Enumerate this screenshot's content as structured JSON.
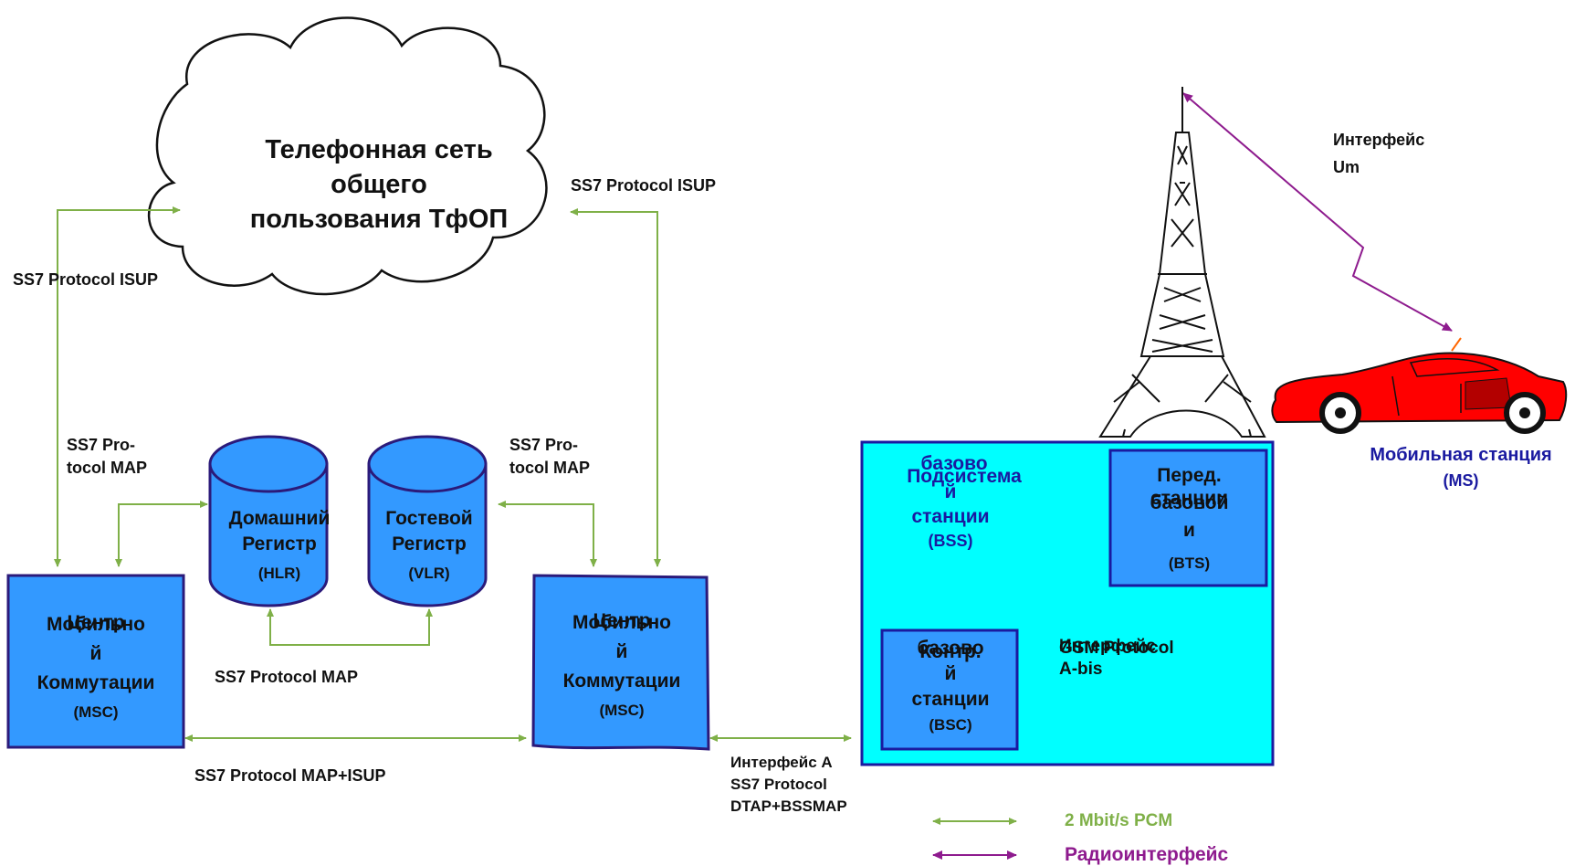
{
  "pstn": {
    "line1": "Телефонная сеть",
    "line2": "общего",
    "line3": "пользования ТфОП"
  },
  "links": {
    "isup_left": "SS7 Protocol ISUP",
    "isup_right": "SS7 Protocol ISUP",
    "map_left_1": "SS7 Pro-",
    "map_left_2": "tocol MAP",
    "map_right_1": "SS7 Pro-",
    "map_right_2": "tocol MAP",
    "map_bottom": "SS7 Protocol MAP",
    "map_isup": "SS7 Protocol MAP+ISUP",
    "iface_a_1": "Интерфейс A",
    "iface_a_2": "SS7 Protocol",
    "iface_a_3": "DTAP+BSSMAP",
    "abis_1": "Интерфейс",
    "abis_overlap": "GSM Protocol",
    "abis_2": "A-bis",
    "um_1": "Интерфейс",
    "um_2": "Um"
  },
  "msc_left": {
    "line1a": "Мобильно",
    "line1b": "Центр",
    "line2": "й",
    "line3": "Коммутации",
    "abbr": "(MSC)"
  },
  "msc_right": {
    "line1a": "Мобильно",
    "line1b": "Центр",
    "line2": "й",
    "line3": "Коммутации",
    "abbr": "(MSC)"
  },
  "hlr": {
    "line1": "Домашний",
    "line2": "Регистр",
    "abbr": "(HLR)"
  },
  "vlr": {
    "line1": "Гостевой",
    "line2": "Регистр",
    "abbr": "(VLR)"
  },
  "bss": {
    "overlap": "базово",
    "line1": "Подсистема",
    "line2": "й",
    "line3": "станции",
    "abbr": "(BSS)"
  },
  "bts": {
    "line1": "Перед.",
    "overlap": "станции",
    "line2": "базовой",
    "line3": "и",
    "abbr": "(BTS)"
  },
  "bsc": {
    "overlap": "базово",
    "line1": "Контр.",
    "line2": "й",
    "line3": "станции",
    "abbr": "(BSC)"
  },
  "ms": {
    "line1": "Мобильная станция",
    "line2": "(MS)"
  },
  "legend": {
    "pcm": "2 Mbit/s PCM",
    "radio": "Радиоинтерфейс"
  },
  "colors": {
    "pcm_line": "#7fb048",
    "radio_line": "#8e1b8e",
    "box_fill": "#3399ff",
    "box_border": "#2b1a7a",
    "bss_fill": "#00ffff",
    "bss_border": "#1a1aa0",
    "ms_text": "#1a1aa0",
    "car": "#ff0000"
  }
}
